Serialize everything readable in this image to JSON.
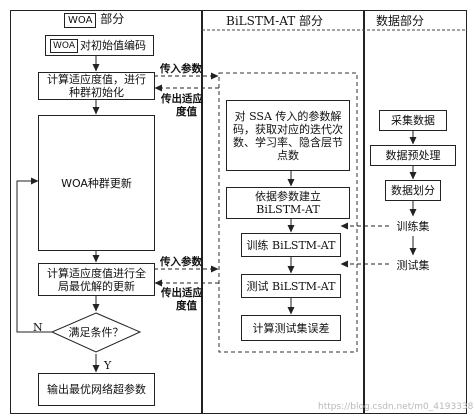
{
  "columns": {
    "woa": {
      "title_tag": "WOA",
      "title_rest": "部分"
    },
    "bilstm": {
      "title": "BiLSTM-AT 部分"
    },
    "data": {
      "title": "数据部分"
    }
  },
  "woa_flow": {
    "init_tag": "WOA",
    "init_rest": "对初始值编码",
    "fitness_init": "计算适应度值，进行种群初始化",
    "update": "WOA种群更新",
    "fitness_update": "计算适应度值进行全局最优解的更新",
    "condition": "满足条件？",
    "output": "输出最优网络超参数",
    "no_label": "N",
    "yes_label": "Y"
  },
  "bilstm_flow": {
    "decode": "对 SSA 传入的参数解码，获取对应的迭代次数、学习率、隐含层节点数",
    "build": "依据参数建立 BiLSTM-AT",
    "train": "训练 BiLSTM-AT",
    "test": "测试 BiLSTM-AT",
    "error": "计算测试集误差"
  },
  "data_flow": {
    "collect": "采集数据",
    "preprocess": "数据预处理",
    "split": "数据划分",
    "train_set": "训练集",
    "test_set": "测试集"
  },
  "arrows": {
    "send_params_1": "传入参数",
    "return_fitness_1": "传出适应",
    "return_fitness_1b": "度值",
    "send_params_2": "传入参数",
    "return_fitness_2": "传出适应",
    "return_fitness_2b": "度值"
  },
  "watermark": "https://blog.csdn.net/m0_41933389"
}
